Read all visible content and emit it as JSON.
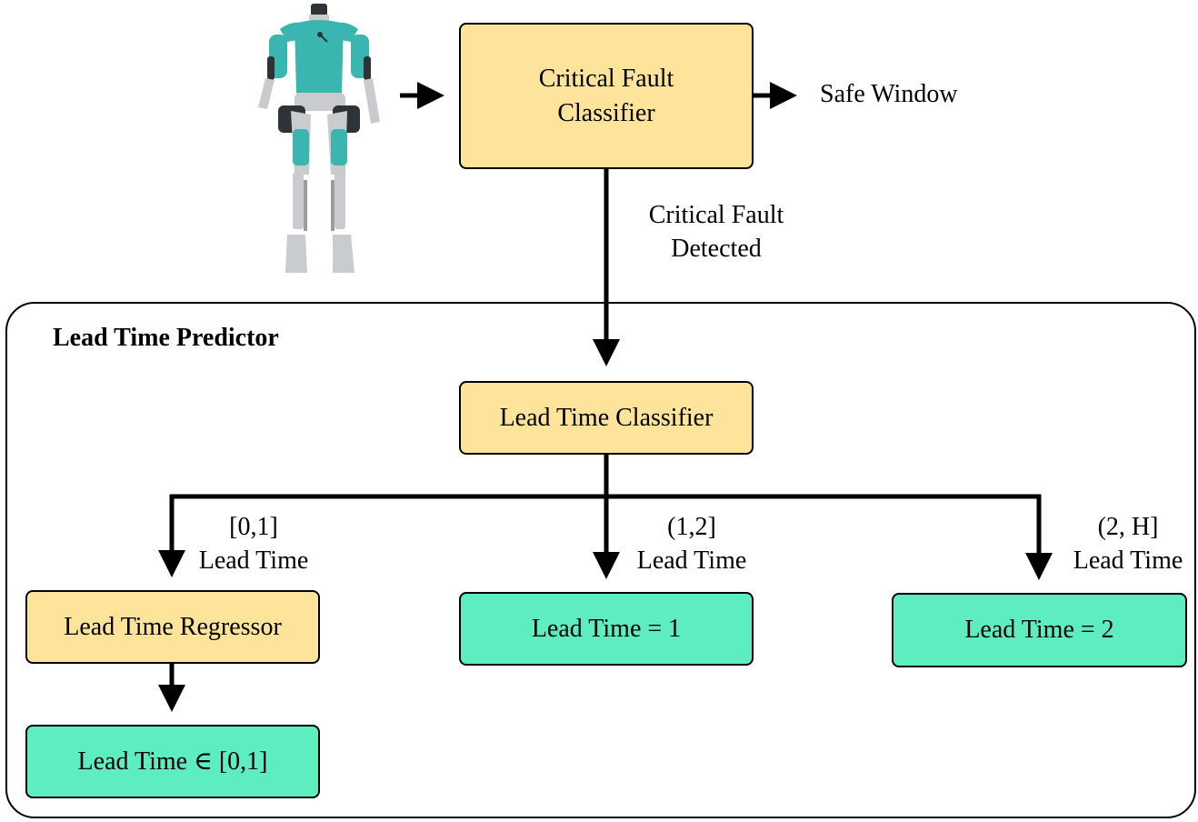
{
  "colors": {
    "classifier_fill": "#FDE49A",
    "output_fill": "#5EEDC0",
    "line": "#000000",
    "robot_teal": "#3BB5B0",
    "robot_gray": "#C9CBCE",
    "robot_dark": "#2E3338"
  },
  "robot": {
    "icon": "humanoid-robot-icon"
  },
  "nodes": {
    "critical_fault_classifier": "Critical Fault\nClassifier",
    "lead_time_classifier": "Lead Time Classifier",
    "lead_time_regressor": "Lead Time Regressor",
    "lead_time_1": "Lead Time = 1",
    "lead_time_2": "Lead Time = 2",
    "lead_time_range": "Lead Time ∈ [0,1]"
  },
  "labels": {
    "safe_window": "Safe Window",
    "critical_fault_detected": "Critical Fault\nDetected",
    "branch_0_1": "[0,1]\nLead Time",
    "branch_1_2": "(1,2]\nLead Time",
    "branch_2_h": "(2, H]\nLead Time"
  },
  "group": {
    "title": "Lead Time Predictor"
  }
}
